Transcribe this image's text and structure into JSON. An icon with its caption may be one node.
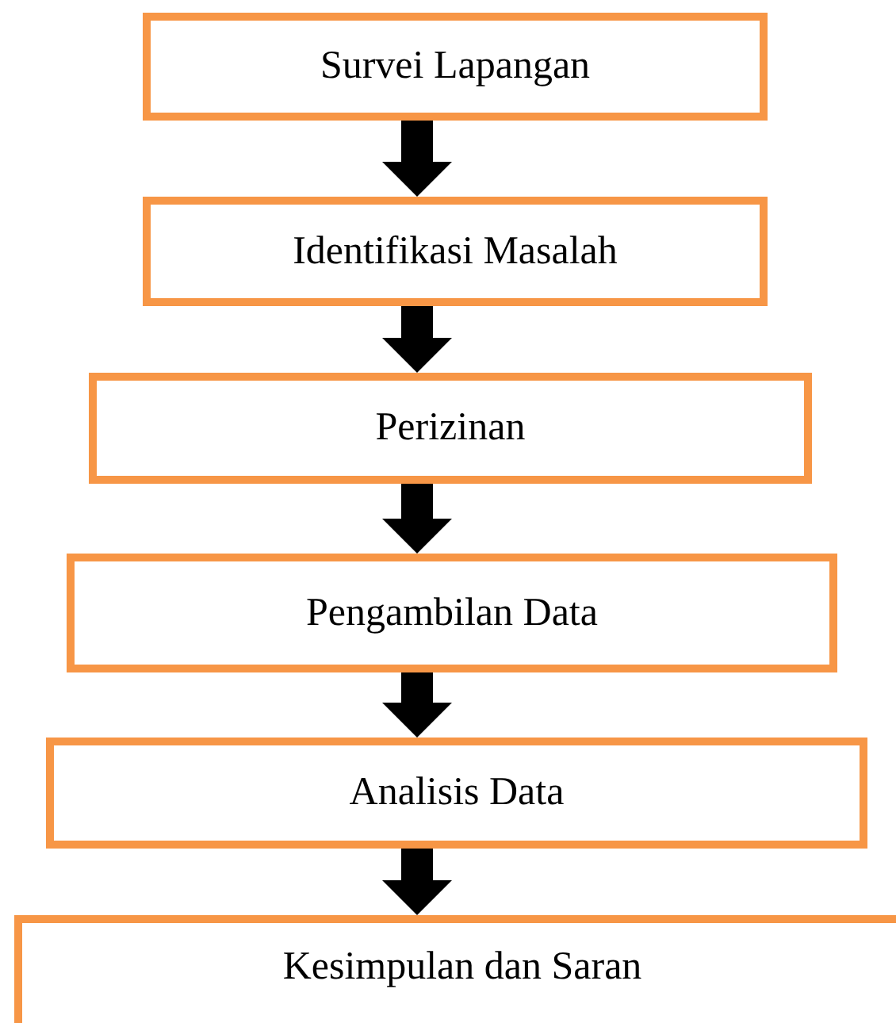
{
  "diagram": {
    "nodes": [
      {
        "text": [
          "Survei Lapangan"
        ]
      },
      {
        "text": [
          "Identifikasi Masalah"
        ]
      },
      {
        "text": [
          "Perizinan"
        ]
      },
      {
        "text": [
          "Pengambilan Data"
        ]
      },
      {
        "text": [
          "Analisis Data"
        ]
      },
      {
        "text": [
          "Kesimpulan dan Saran"
        ]
      }
    ],
    "edges": [
      {
        "from": 0,
        "to": 1,
        "arrow": "to"
      },
      {
        "from": 1,
        "to": 2,
        "arrow": "to"
      },
      {
        "from": 2,
        "to": 3,
        "arrow": "to"
      },
      {
        "from": 3,
        "to": 4,
        "arrow": "to"
      },
      {
        "from": 4,
        "to": 5,
        "arrow": "to"
      }
    ]
  }
}
